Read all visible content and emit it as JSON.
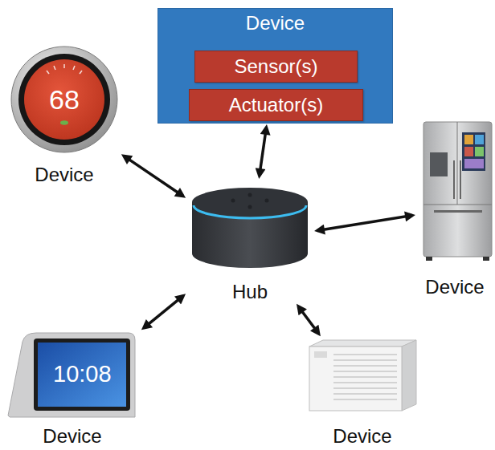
{
  "diagram": {
    "nodes": [
      {
        "text": [
          "Device"
        ]
      },
      {
        "text": [
          "Sensor(s)"
        ],
        "in": 0
      },
      {
        "text": [
          "Actuator(s)"
        ],
        "in": 0
      },
      {
        "text": [
          "Device"
        ]
      },
      {
        "text": [
          "Device"
        ]
      },
      {
        "text": [
          "Hub"
        ]
      },
      {
        "text": [
          "Device"
        ]
      },
      {
        "text": [
          "Device"
        ]
      }
    ],
    "edges": [
      {
        "from": 5,
        "to": 0,
        "arrow": "both"
      },
      {
        "from": 5,
        "to": 3,
        "arrow": "both"
      },
      {
        "from": 5,
        "to": 4,
        "arrow": "both"
      },
      {
        "from": 5,
        "to": 6,
        "arrow": "both"
      },
      {
        "from": 5,
        "to": 7,
        "arrow": "both"
      }
    ],
    "labels": [
      "68",
      "10:08"
    ]
  }
}
